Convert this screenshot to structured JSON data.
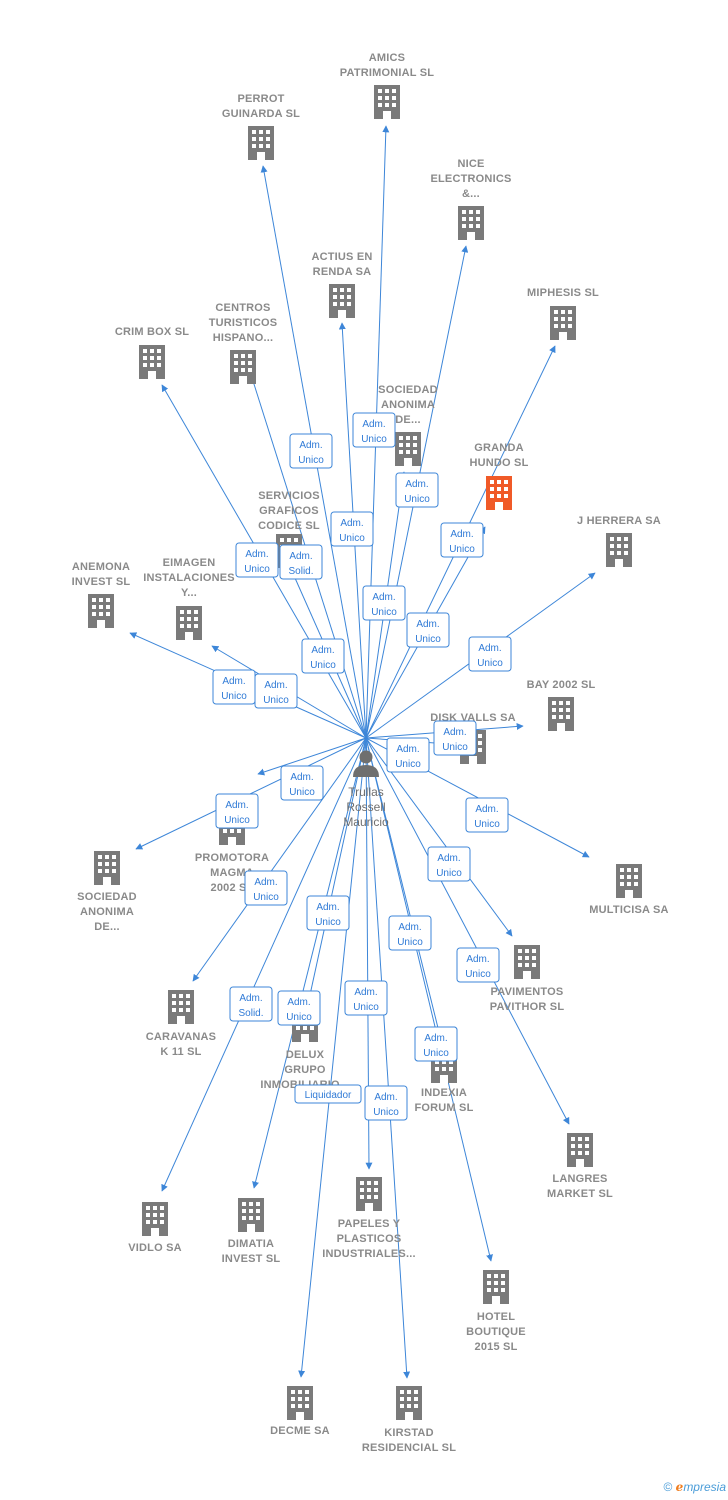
{
  "colors": {
    "edge": "#3d86d8",
    "building": "#7a7a7a",
    "building_highlight": "#f05a28",
    "role_border": "#3d86d8",
    "role_text": "#2f7ad6",
    "label": "#8a8a8a"
  },
  "center": {
    "name_lines": [
      "Trullas",
      "Rossell",
      "Mauricio"
    ],
    "icon": "person-icon"
  },
  "companies": [
    {
      "id": "amics",
      "lines": [
        "AMICS",
        "PATRIMONIAL SL"
      ]
    },
    {
      "id": "perrot",
      "lines": [
        "PERROT",
        "GUINARDA  SL"
      ]
    },
    {
      "id": "nice",
      "lines": [
        "NICE",
        "ELECTRONICS",
        "&..."
      ]
    },
    {
      "id": "actius",
      "lines": [
        "ACTIUS EN",
        "RENDA SA"
      ]
    },
    {
      "id": "miphesis",
      "lines": [
        "MIPHESIS  SL"
      ]
    },
    {
      "id": "centros",
      "lines": [
        "CENTROS",
        "TURISTICOS",
        "HISPANO..."
      ]
    },
    {
      "id": "crimbox",
      "lines": [
        "CRIM BOX  SL"
      ]
    },
    {
      "id": "sociedad1",
      "lines": [
        "SOCIEDAD",
        "ANONIMA",
        "DE..."
      ]
    },
    {
      "id": "granda",
      "lines": [
        "GRANDA",
        "HUNDO  SL"
      ],
      "highlight": true
    },
    {
      "id": "jherrera",
      "lines": [
        "J HERRERA SA"
      ]
    },
    {
      "id": "servicios",
      "lines": [
        "SERVICIOS",
        "GRAFICOS",
        "CODICE  SL"
      ]
    },
    {
      "id": "eimagen",
      "lines": [
        "EIMAGEN",
        "INSTALACIONES",
        "Y..."
      ]
    },
    {
      "id": "anemona",
      "lines": [
        "ANEMONA",
        "INVEST  SL"
      ]
    },
    {
      "id": "bay2002",
      "lines": [
        "BAY 2002  SL"
      ]
    },
    {
      "id": "diskvalls",
      "lines": [
        "DISK VALLS SA"
      ]
    },
    {
      "id": "promotora",
      "lines": [
        "PROMOTORA",
        "MAGMA",
        "2002 SL"
      ]
    },
    {
      "id": "sociedad2",
      "lines": [
        "SOCIEDAD",
        "ANONIMA",
        "DE..."
      ]
    },
    {
      "id": "multicisa",
      "lines": [
        "MULTICISA SA"
      ]
    },
    {
      "id": "pavimentos",
      "lines": [
        "PAVIMENTOS",
        "PAVITHOR  SL"
      ]
    },
    {
      "id": "caravanas",
      "lines": [
        "CARAVANAS",
        "K 11  SL"
      ]
    },
    {
      "id": "delux",
      "lines": [
        "DELUX",
        "GRUPO",
        "INMOBILIARIO..."
      ]
    },
    {
      "id": "indexia",
      "lines": [
        "INDEXIA",
        "FORUM  SL"
      ]
    },
    {
      "id": "langres",
      "lines": [
        "LANGRES",
        "MARKET  SL"
      ]
    },
    {
      "id": "vidlo",
      "lines": [
        "VIDLO SA"
      ]
    },
    {
      "id": "dimatia",
      "lines": [
        "DIMATIA",
        "INVEST  SL"
      ]
    },
    {
      "id": "papeles",
      "lines": [
        "PAPELES Y",
        "PLASTICOS",
        "INDUSTRIALES..."
      ]
    },
    {
      "id": "hotel",
      "lines": [
        "HOTEL",
        "BOUTIQUE",
        "2015  SL"
      ]
    },
    {
      "id": "decme",
      "lines": [
        "DECME SA"
      ]
    },
    {
      "id": "kirstad",
      "lines": [
        "KIRSTAD",
        "RESIDENCIAL SL"
      ]
    }
  ],
  "roles": [
    {
      "target": "amics",
      "lines": [
        "Adm.",
        "Unico"
      ]
    },
    {
      "target": "perrot",
      "lines": [
        "Adm.",
        "Unico"
      ]
    },
    {
      "target": "nice",
      "lines": [
        "Adm.",
        "Unico"
      ]
    },
    {
      "target": "actius",
      "lines": [
        "Adm.",
        "Unico"
      ]
    },
    {
      "target": "miphesis",
      "lines": [
        "Adm.",
        "Unico"
      ]
    },
    {
      "target": "centros",
      "lines": [
        "Adm.",
        "Unico"
      ]
    },
    {
      "target": "crimbox",
      "lines": [
        "Adm.",
        "Unico"
      ]
    },
    {
      "target": "sociedad1",
      "lines": [
        "Adm.",
        "Unico"
      ]
    },
    {
      "target": "jherrera",
      "lines": [
        "Adm.",
        "Unico"
      ]
    },
    {
      "target": "servicios",
      "lines": [
        "Adm.",
        "Solid."
      ]
    },
    {
      "target": "eimagen",
      "lines": [
        "Adm.",
        "Unico"
      ]
    },
    {
      "target": "anemona",
      "lines": [
        "Adm.",
        "Unico"
      ]
    },
    {
      "target": "bay2002",
      "lines": [
        "Adm.",
        "Unico"
      ]
    },
    {
      "target": "diskvalls",
      "lines": [
        "Adm.",
        "Unico"
      ]
    },
    {
      "target": "promotora",
      "lines": [
        "Adm.",
        "Unico"
      ]
    },
    {
      "target": "sociedad2",
      "lines": [
        "Adm.",
        "Unico"
      ]
    },
    {
      "target": "multicisa",
      "lines": [
        "Adm.",
        "Unico"
      ]
    },
    {
      "target": "pavimentos",
      "lines": [
        "Adm.",
        "Unico"
      ]
    },
    {
      "target": "caravanas",
      "lines": [
        "Adm.",
        "Unico"
      ]
    },
    {
      "target": "delux",
      "lines": [
        "Adm.",
        "Unico"
      ]
    },
    {
      "target": "indexia",
      "lines": [
        "Adm.",
        "Unico"
      ]
    },
    {
      "target": "langres",
      "lines": [
        "Adm.",
        "Unico"
      ]
    },
    {
      "target": "vidlo",
      "lines": [
        "Adm.",
        "Solid."
      ]
    },
    {
      "target": "dimatia",
      "lines": [
        "Adm.",
        "Unico"
      ]
    },
    {
      "target": "papeles",
      "lines": [
        "Adm.",
        "Unico"
      ]
    },
    {
      "target": "hotel",
      "lines": [
        "Adm.",
        "Unico"
      ]
    },
    {
      "target": "decme",
      "lines": [
        "Liquidador"
      ]
    },
    {
      "target": "kirstad",
      "lines": [
        "Adm.",
        "Unico"
      ]
    },
    {
      "target": "granda",
      "lines": [
        "Adm.",
        "Unico"
      ]
    },
    {
      "target": "indexia2",
      "lines": [
        "Adm.",
        "Unico"
      ]
    }
  ],
  "footer": {
    "copyright": "©",
    "brand_initial": "e",
    "brand_rest": "mpresia"
  }
}
